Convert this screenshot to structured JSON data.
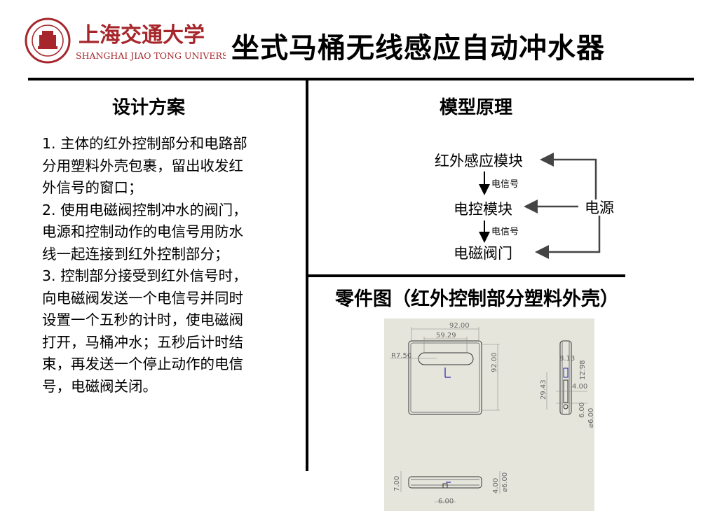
{
  "header": {
    "logo": {
      "name_cn": "上海交通大学",
      "name_en": "SHANGHAI JIAO TONG UNIVERSITY"
    },
    "title": "坐式马桶无线感应自动冲水器"
  },
  "design": {
    "heading": "设计方案",
    "lines": [
      "1. 主体的红外控制部分和电路部",
      "分用塑料外壳包裹，留出收发红",
      "外信号的窗口；",
      "2. 使用电磁阀控制冲水的阀门，",
      "电源和控制动作的电信号用防水",
      "线一起连接到红外控制部分；",
      "3. 控制部分接受到红外信号时，",
      "向电磁阀发送一个电信号并同时",
      "设置一个五秒的计时，使电磁阀",
      "打开，马桶冲水；五秒后计时结",
      "束，再发送一个停止动作的电信",
      "号，电磁阀关闭。"
    ]
  },
  "model": {
    "heading": "模型原理",
    "nodes": {
      "sensor": "红外感应模块",
      "control": "电控模块",
      "valve": "电磁阀门",
      "power": "电源"
    },
    "signal_label_1": "电信号",
    "signal_label_2": "电信号"
  },
  "part": {
    "heading": "零件图（红外控制部分塑料外壳）",
    "dims": {
      "width": "92.00",
      "slot_length": "59.29",
      "radius": "R7.50",
      "height": "92.00",
      "side_a": "8.13",
      "side_b": "12.98",
      "side_c": "29.43",
      "side_d": "4.00",
      "side_e": "6.00",
      "side_f": "⌀6.00",
      "bottom_a": "7.00",
      "bottom_b": "4.00",
      "bottom_c": "⌀6.00",
      "bottom_d": "6.00"
    }
  },
  "colors": {
    "brand": "#a6262b",
    "drawing_bg": "#e6e5dc"
  }
}
